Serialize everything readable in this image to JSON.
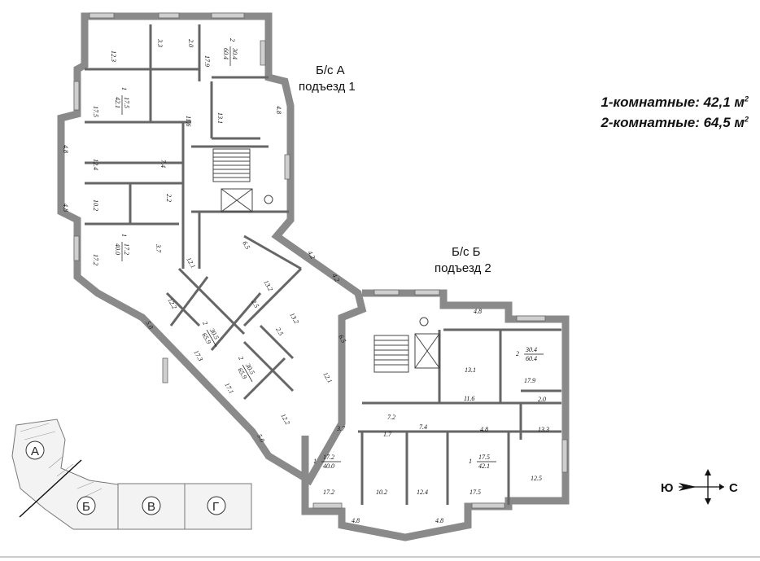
{
  "sections": {
    "a": {
      "line1": "Б/с А",
      "line2": "подъезд 1"
    },
    "b": {
      "line1": "Б/с Б",
      "line2": "подъезд 2"
    }
  },
  "legend": {
    "one_room": {
      "label": "1-комнатные: 42,1 м",
      "sup": "2"
    },
    "two_room": {
      "label": "2-комнатные: 64,5 м",
      "sup": "2"
    }
  },
  "compass": {
    "south": "Ю",
    "north": "С"
  },
  "key_plan": {
    "blocks": [
      "А",
      "Б",
      "В",
      "Г"
    ]
  },
  "rooms_a": [
    "12.3",
    "3.3",
    "2.0",
    "17.9",
    "13.1",
    "11.6",
    "4.8",
    "17.5",
    "4.8",
    "12.4",
    "7.4",
    "4.8",
    "10.2",
    "2.2",
    "17.2",
    "3.7",
    "6.5",
    "12.1",
    "13.2",
    "4.2",
    "4.2",
    "12.2",
    "2.5",
    "5.0",
    "13.2",
    "2.5",
    "6.5",
    "17.3",
    "12.1",
    "17.1",
    "12.2",
    "5.0"
  ],
  "apartments_a": [
    {
      "rooms": "2",
      "living": "30.4",
      "total": "60.4"
    },
    {
      "rooms": "1",
      "living": "17.5",
      "total": "42.1"
    },
    {
      "rooms": "1",
      "living": "17.2",
      "total": "40.0"
    },
    {
      "rooms": "2",
      "living": "30.5",
      "total": "65.9"
    },
    {
      "rooms": "2",
      "living": "30.5",
      "total": "65.9"
    }
  ],
  "rooms_b": [
    "4.8",
    "13.1",
    "17.9",
    "11.6",
    "2.0",
    "13.3",
    "12.5",
    "7.2",
    "7.4",
    "3.7",
    "1.7",
    "4.8",
    "17.2",
    "10.2",
    "12.4",
    "17.5",
    "4.8",
    "4.8"
  ],
  "apartments_b": [
    {
      "rooms": "2",
      "living": "30.4",
      "total": "60.4"
    },
    {
      "rooms": "1",
      "living": "17.2",
      "total": "40.0"
    },
    {
      "rooms": "1",
      "living": "17.5",
      "total": "42.1"
    }
  ],
  "colors": {
    "wall": "#8a8a8a",
    "line": "#444444",
    "bg": "#ffffff"
  }
}
